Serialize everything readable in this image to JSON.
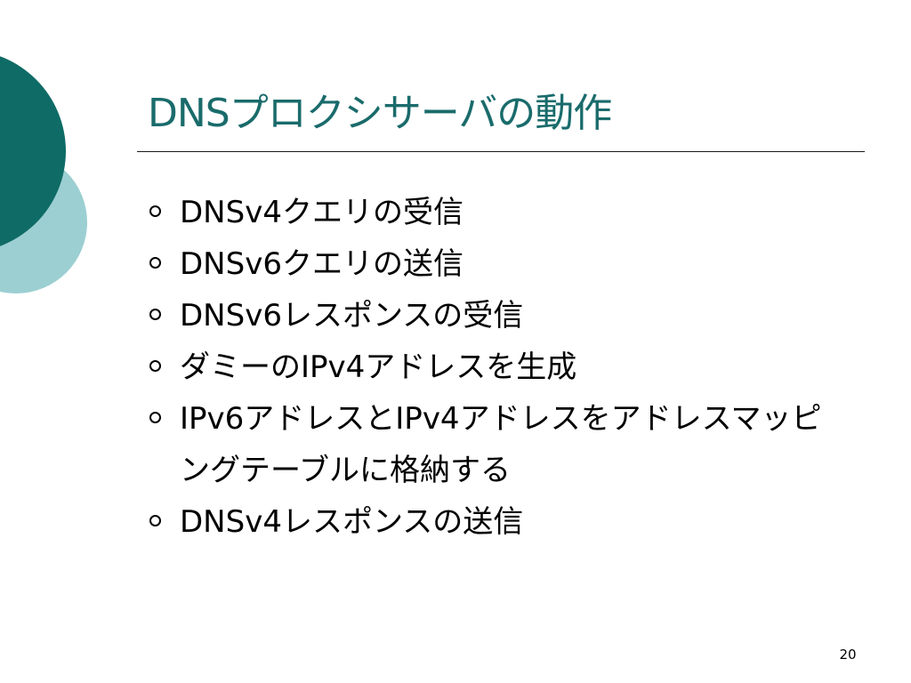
{
  "slide": {
    "title": "DNSプロクシサーバの動作",
    "bullets": [
      "DNSv4クエリの受信",
      "DNSv6クエリの送信",
      "DNSv6レスポンスの受信",
      "ダミーのIPv4アドレスを生成",
      "IPv6アドレスとIPv4アドレスをアドレスマッピングテーブルに格納する",
      "DNSv4レスポンスの送信"
    ],
    "page_number": "20"
  },
  "colors": {
    "title": "#1a6b6b",
    "deco_dark": "#0f6b66",
    "deco_light": "#9ccfd2",
    "text": "#000000"
  }
}
